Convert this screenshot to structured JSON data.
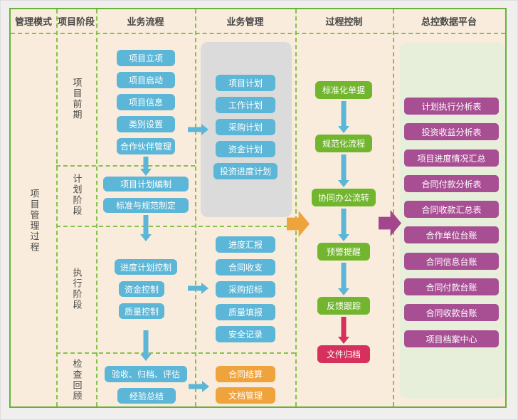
{
  "header": {
    "columns": [
      "管理模式",
      "项目阶段",
      "业务流程",
      "业务管理",
      "过程控制",
      "总控数据平台"
    ]
  },
  "management_mode": {
    "label": "项目管理过程"
  },
  "phases": {
    "early": "项目前期",
    "plan": "计划阶段",
    "exec": "执行阶段",
    "review": "检查回顾"
  },
  "flow": {
    "early": [
      "项目立项",
      "项目启动",
      "项目信息",
      "类别设置",
      "合作伙伴管理"
    ],
    "plan": [
      "项目计划编制",
      "标准与规范制定"
    ],
    "exec": [
      "进度计划控制",
      "资金控制",
      "质量控制"
    ],
    "review": [
      "验收、归档、评估",
      "经验总结"
    ]
  },
  "mgmt": {
    "plans": [
      "项目计划",
      "工作计划",
      "采购计划",
      "资金计划",
      "投资进度计划"
    ],
    "exec": [
      "进度汇报",
      "合同收支",
      "采购招标",
      "质量填报",
      "安全记录"
    ],
    "review": [
      "合同结算",
      "文档管理"
    ]
  },
  "control": [
    "标准化单据",
    "规范化流程",
    "协同办公流转",
    "预警提醒",
    "反馈跟踪",
    "文件归档"
  ],
  "platform": [
    "计划执行分析表",
    "投资收益分析表",
    "项目进度情况汇总",
    "合同付款分析表",
    "合同收款汇总表",
    "合作单位台账",
    "合同信息台账",
    "合同付款台账",
    "合同收款台账",
    "项目档案中心"
  ],
  "icons": {
    "down_arrow": "arrow-down-icon",
    "right_arrow": "arrow-right-icon"
  },
  "colors": {
    "canvas_bg": "#f9ecdc",
    "border_green": "#67b13b",
    "dash_green": "#85c24a",
    "node_blue": "#5cb6d7",
    "node_green": "#72b52e",
    "node_magenta": "#a84f94",
    "node_orange": "#efa33c",
    "node_red": "#d5315c",
    "panel_gray": "#dbdbdb",
    "panel_green": "#e7eeda",
    "big_arrow_orange": "#efa33c",
    "big_arrow_magenta": "#a3478d"
  }
}
